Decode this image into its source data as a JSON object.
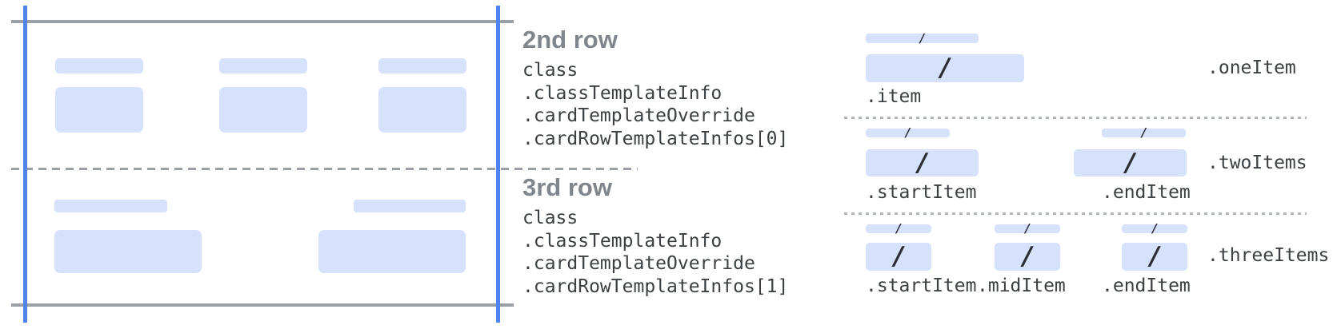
{
  "annotations": {
    "row2": {
      "title": "2nd row",
      "class_path": [
        "class",
        ".classTemplateInfo",
        ".cardTemplateOverride",
        ".cardRowTemplateInfos[0]"
      ]
    },
    "row3": {
      "title": "3rd row",
      "class_path": [
        "class",
        ".classTemplateInfo",
        ".cardTemplateOverride",
        ".cardRowTemplateInfos[1]"
      ]
    }
  },
  "legend": {
    "slash": "/",
    "rows": [
      {
        "name": ".oneItem",
        "items": [
          ".item"
        ]
      },
      {
        "name": ".twoItems",
        "items": [
          ".startItem",
          ".endItem"
        ]
      },
      {
        "name": ".threeItems",
        "items": [
          ".startItem",
          ".midItem",
          ".endItem"
        ]
      }
    ]
  },
  "colors": {
    "placeholder_blue": "#d6e1fb",
    "edge_line_blue": "#5183f0",
    "rule_gray": "#9aa0a6",
    "dotted_divider_gray": "#b0b6bc",
    "heading_gray": "#80868b",
    "code_text": "#3c4043",
    "slash_glyph": "#2b2f33"
  }
}
